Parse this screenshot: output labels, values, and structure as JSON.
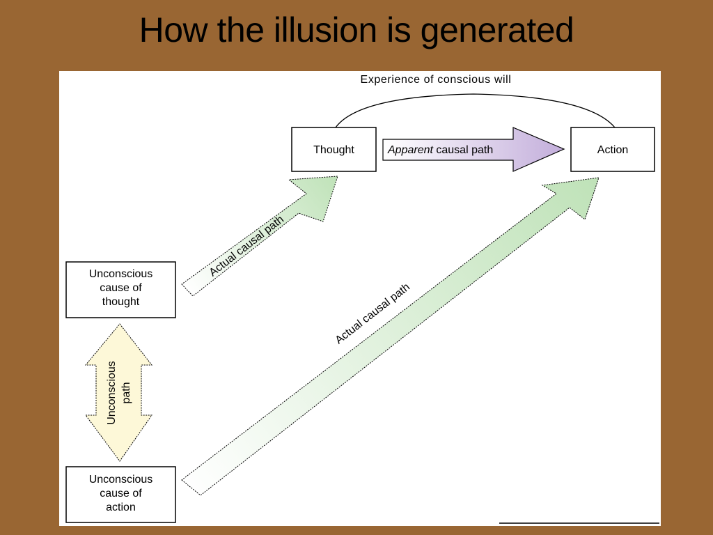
{
  "slide": {
    "title": "How the illusion is generated"
  },
  "diagram": {
    "experience_label": "Experience of conscious will",
    "nodes": {
      "thought": "Thought",
      "action": "Action",
      "unconscious_thought": [
        "Unconscious",
        "cause of",
        "thought"
      ],
      "unconscious_action": [
        "Unconscious",
        "cause of",
        "action"
      ]
    },
    "arrows": {
      "apparent_italic": "Apparent",
      "apparent_rest": " causal path",
      "actual_path_upper": "Actual causal path",
      "actual_path_lower": "Actual causal path",
      "unconscious_path": [
        "Unconscious",
        "path"
      ]
    }
  },
  "colors": {
    "background": "#996633",
    "green_arrow": "#c8e6c0",
    "purple_arrow": "#c9b6dd",
    "yellow_arrow": "#fdf8d8"
  }
}
